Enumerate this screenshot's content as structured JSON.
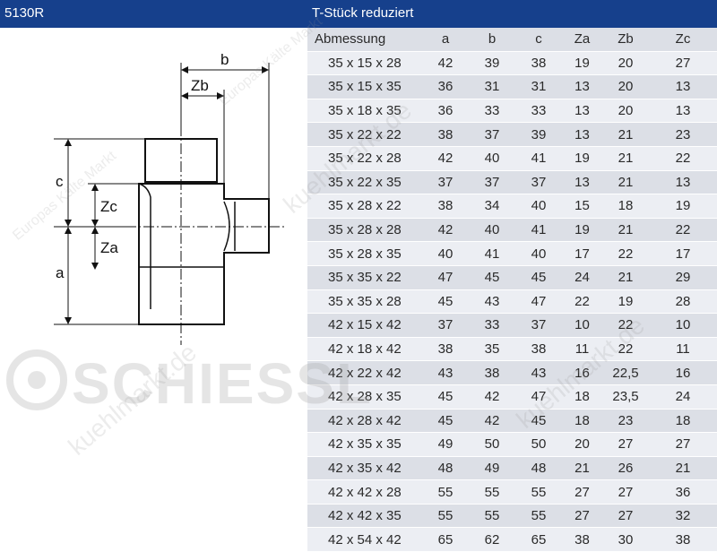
{
  "header": {
    "code": "5130R",
    "title": "T-Stück reduziert"
  },
  "drawing": {
    "labels": {
      "b": "b",
      "zb": "Zb",
      "c": "c",
      "zc": "Zc",
      "za": "Za",
      "a": "a"
    }
  },
  "table": {
    "columns": [
      "Abmessung",
      "a",
      "b",
      "c",
      "Za",
      "Zb",
      "Zc"
    ],
    "rows": [
      [
        "35 x 15 x 28",
        "42",
        "39",
        "38",
        "19",
        "20",
        "27"
      ],
      [
        "35 x 15 x 35",
        "36",
        "31",
        "31",
        "13",
        "20",
        "13"
      ],
      [
        "35 x 18 x 35",
        "36",
        "33",
        "33",
        "13",
        "20",
        "13"
      ],
      [
        "35 x 22 x 22",
        "38",
        "37",
        "39",
        "13",
        "21",
        "23"
      ],
      [
        "35 x 22 x 28",
        "42",
        "40",
        "41",
        "19",
        "21",
        "22"
      ],
      [
        "35 x 22 x 35",
        "37",
        "37",
        "37",
        "13",
        "21",
        "13"
      ],
      [
        "35 x 28 x 22",
        "38",
        "34",
        "40",
        "15",
        "18",
        "19"
      ],
      [
        "35 x 28 x 28",
        "42",
        "40",
        "41",
        "19",
        "21",
        "22"
      ],
      [
        "35 x 28 x 35",
        "40",
        "41",
        "40",
        "17",
        "22",
        "17"
      ],
      [
        "35 x 35 x 22",
        "47",
        "45",
        "45",
        "24",
        "21",
        "29"
      ],
      [
        "35 x 35 x 28",
        "45",
        "43",
        "47",
        "22",
        "19",
        "28"
      ],
      [
        "42 x 15 x 42",
        "37",
        "33",
        "37",
        "10",
        "22",
        "10"
      ],
      [
        "42 x 18 x 42",
        "38",
        "35",
        "38",
        "11",
        "22",
        "11"
      ],
      [
        "42 x 22 x 42",
        "43",
        "38",
        "43",
        "16",
        "22,5",
        "16"
      ],
      [
        "42 x 28 x 35",
        "45",
        "42",
        "47",
        "18",
        "23,5",
        "24"
      ],
      [
        "42 x 28 x 42",
        "45",
        "42",
        "45",
        "18",
        "23",
        "18"
      ],
      [
        "42 x 35 x 35",
        "49",
        "50",
        "50",
        "20",
        "27",
        "27"
      ],
      [
        "42 x 35 x 42",
        "48",
        "49",
        "48",
        "21",
        "26",
        "21"
      ],
      [
        "42 x 42 x 28",
        "55",
        "55",
        "55",
        "27",
        "27",
        "36"
      ],
      [
        "42 x 42 x 35",
        "55",
        "55",
        "55",
        "27",
        "27",
        "32"
      ],
      [
        "42 x 54 x 42",
        "65",
        "62",
        "65",
        "38",
        "30",
        "38"
      ]
    ]
  },
  "watermark": {
    "brand": "SCHIESSL",
    "site": "kuehlmarkt.de",
    "tagline": "Europas Kälte Markt"
  }
}
